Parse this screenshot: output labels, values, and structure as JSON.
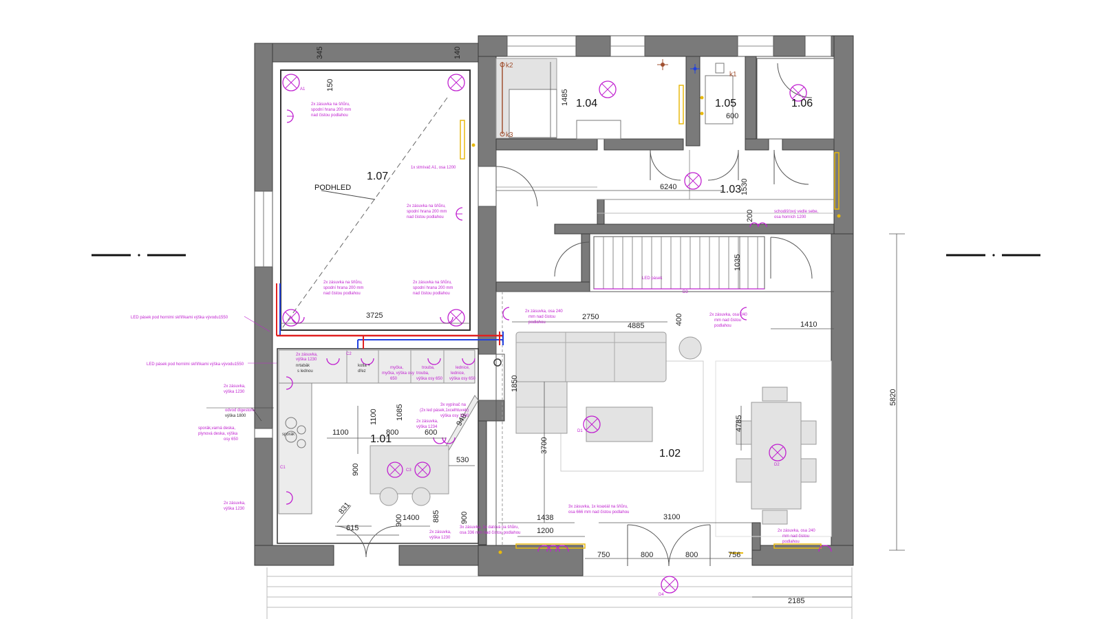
{
  "rooms": {
    "r107": "1.07",
    "r104": "1.04",
    "r105": "1.05",
    "r106": "1.06",
    "r103": "1.03",
    "r101": "1.01",
    "r102": "1.02"
  },
  "labels": {
    "podhled": "PODHLED"
  },
  "dimensions": {
    "d345": "345",
    "d150": "150",
    "d140": "140",
    "d1485": "1485",
    "d600a": "600",
    "d6240": "6240",
    "d1530": "1530",
    "d1035": "1035",
    "d3725": "3725",
    "d2750": "2750",
    "d4885": "4885",
    "d400": "400",
    "d1410": "1410",
    "d1850": "1850",
    "d5820": "5820",
    "d1100a": "1100",
    "d1085": "1085",
    "d1100b": "1100",
    "d800a": "800",
    "d600b": "600",
    "d948": "948",
    "d530": "530",
    "d900a": "900",
    "d3700": "3700",
    "d4785": "4785",
    "d831": "831",
    "d615": "615",
    "d900b": "900",
    "d1400": "1400",
    "d885": "885",
    "d900c": "900",
    "d1438": "1438",
    "d1200": "1200",
    "d3100": "3100",
    "d750": "750",
    "d800b": "800",
    "d800c": "800",
    "d756": "756",
    "d2185": "2185",
    "d200": "200"
  },
  "tags": {
    "k1": "k1",
    "k2": "k2",
    "k3": "k3",
    "a1": "A1",
    "c1": "C1",
    "c2": "C2",
    "c3": "C3",
    "d1": "D1",
    "d2": "D2",
    "d3": "D3",
    "d4": "D4"
  },
  "notes": {
    "n1": "2x zásuvka na šňůru,",
    "n1b": "spodní hrana 200 mm",
    "n1c": "nad čistou podlahou",
    "n2": "1x stmívač A1, osa 1200",
    "n3": "2x zásuvka na šňůru,",
    "n3b": "spodní hrana 200 mm",
    "n3c": "nad čistou podlahou",
    "n4": "2x zásuvka na šňůru,",
    "n4b": "spodní hrana 200 mm",
    "n4c": "nad čistou podlahou",
    "n5": "2x zásuvka na šňůru,",
    "n5b": "spodní hrana 200 mm",
    "n5c": "nad čistou podlahou",
    "n6": "LED pásek pod horními skříňkami výška vývodu1550",
    "n7": "LED pásek pod horními skříňkami výška vývodu1550",
    "n8": "2x zásuvka,",
    "n8b": "výška 1230",
    "n9": "odvod digestoře,",
    "n9b": "výška 1800",
    "n10": "sporák,varná deska,",
    "n10b": "plynová deska, výška",
    "n10c": "osy 650",
    "n11": "2x zásuvka,",
    "n11b": "výška 1230",
    "n12": "2x zásuvka,",
    "n12b": "výška 1230",
    "n13": "2x zásuvka, osa 240",
    "n13b": "mm nad čistou",
    "n13c": "podlahou",
    "n14": "2x zásuvka, osa 240",
    "n14b": "mm nad čistou",
    "n14c": "podlahou",
    "n15": "schodišťový vedle sebe,",
    "n15b": "osa horních 1200",
    "n16": "LED pásek",
    "n17": "3x vypínač na",
    "n17b": "(2x led pásek,1xcelhtuvek)",
    "n17c": "výška osy 1200",
    "n18": "2x zásuvka,",
    "n18b": "výška 1234",
    "n19": "3x zásuvka, 1x koaxiál na šňůru,",
    "n19b": "osa 666 mm nad čistou podlahou",
    "n20": "3x zásuvka, 1x datová na šňůru,",
    "n20b": "osa 336 mm nad čistou podlahou",
    "n21": "2x zásuvka, osa 240",
    "n21b": "mm nad čistou",
    "n21c": "podlahou",
    "n22": "myčka,",
    "n22b": "myčka, výška osy",
    "n22c": "650",
    "n23": "trouba,",
    "n23b": "trouba,",
    "n23c": "výška osy 650",
    "n24": "lednice,",
    "n24b": "lednice,",
    "n24c": "výška osy 650",
    "n25": "2x zásuvka,",
    "n25b": "výška 1230",
    "n26": "nrtabák",
    "n26b": "s lednou",
    "n27": "kotla +",
    "n27b": "dřez",
    "n28": "sporák"
  }
}
